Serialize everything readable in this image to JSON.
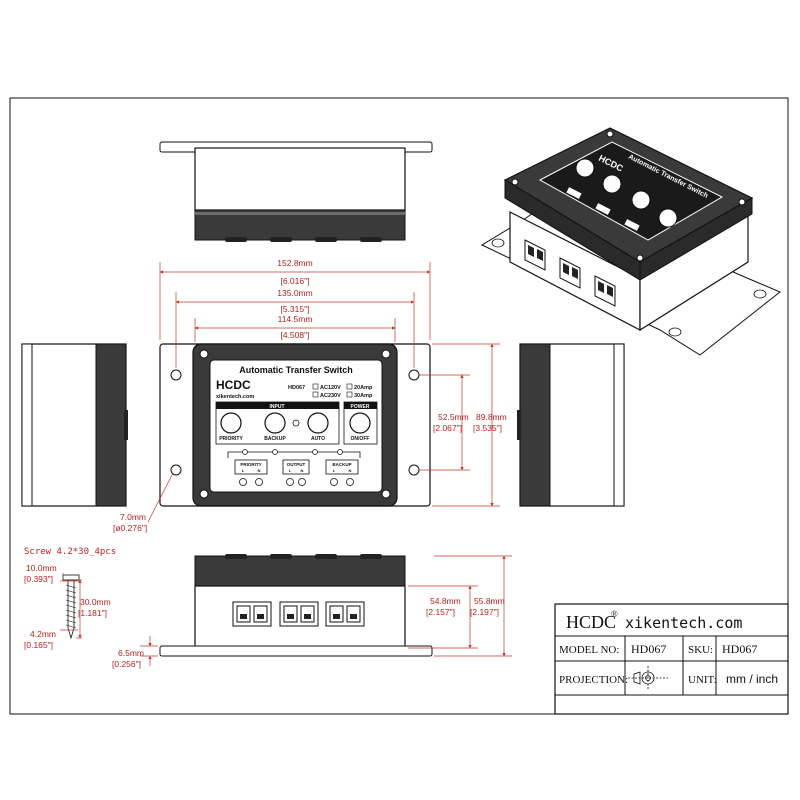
{
  "dims": {
    "w1_mm": "152.8mm",
    "w1_in": "[6.016\"]",
    "w2_mm": "135.0mm",
    "w2_in": "[5.315\"]",
    "w3_mm": "114.5mm",
    "w3_in": "[4.508\"]",
    "h1_mm": "52.5mm",
    "h1_in": "[2.067\"]",
    "h2_mm": "89.8mm",
    "h2_in": "[3.535\"]",
    "hole_mm": "7.0mm",
    "hole_in": "[ø0.276\"]",
    "sh1_mm": "54.8mm",
    "sh1_in": "[2.157\"]",
    "sh2_mm": "55.8mm",
    "sh2_in": "[2.197\"]",
    "flange_mm": "6.5mm",
    "flange_in": "[0.256\"]"
  },
  "screw": {
    "title": "Screw 4.2*30_4pcs",
    "head_mm": "10.0mm",
    "head_in": "[0.393\"]",
    "len_mm": "30.0mm",
    "len_in": "[1.181\"]",
    "dia_mm": "4.2mm",
    "dia_in": "[0.165\"]"
  },
  "panel": {
    "title": "Automatic Transfer Switch",
    "brand": "HCDC",
    "model": "HD067",
    "url": "xikentech.com",
    "spec1": "AC120V",
    "spec2": "AC230V",
    "spec3": "20Amp",
    "spec4": "30Amp",
    "input_label": "INPUT",
    "power_label": "POWER",
    "btn_priority": "PRIORITY",
    "btn_backup": "BACKUP",
    "btn_auto": "AUTO",
    "btn_onoff": "ON/OFF",
    "term_priority": "PRIORITY",
    "term_output": "OUTPUT",
    "term_backup": "BACKUP",
    "term_l": "L",
    "term_n": "N"
  },
  "titleblock": {
    "brand": "HCDC",
    "registered": "®",
    "website": "xikentech.com",
    "model_no_label": "MODEL NO:",
    "model_no_value": "HD067",
    "sku_label": "SKU:",
    "sku_value": "HD067",
    "projection_label": "PROJECTION:",
    "unit_label": "UNIT:",
    "unit_value": "mm / inch"
  }
}
